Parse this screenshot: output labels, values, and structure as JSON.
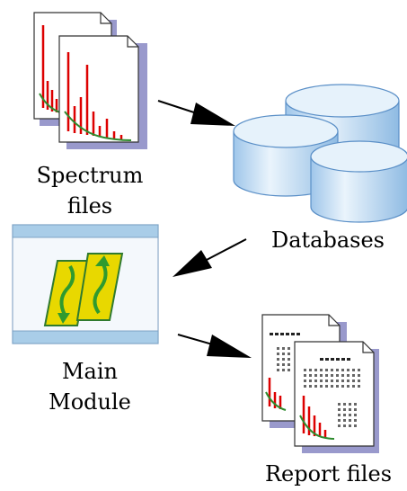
{
  "labels": {
    "spectrum_line1": "Spectrum",
    "spectrum_line2": "files",
    "databases": "Databases",
    "main_line1": "Main",
    "main_line2": "Module",
    "report": "Report files"
  },
  "colors": {
    "page_shadow": "#9999cc",
    "peak": "#dd0000",
    "baseline_curve": "#2e8b2e",
    "cylinder_light": "#e6f2fb",
    "cylinder_mid": "#a9cfee",
    "cylinder_edge": "#5a8fc7",
    "module_bar": "#a9cde8",
    "module_body": "#eef5fc",
    "module_icon_yellow": "#e8d800",
    "module_icon_green": "#2f9a2f"
  },
  "icons": [
    "spectrum-file-icon",
    "database-icon",
    "main-module-icon",
    "report-file-icon",
    "arrow"
  ]
}
